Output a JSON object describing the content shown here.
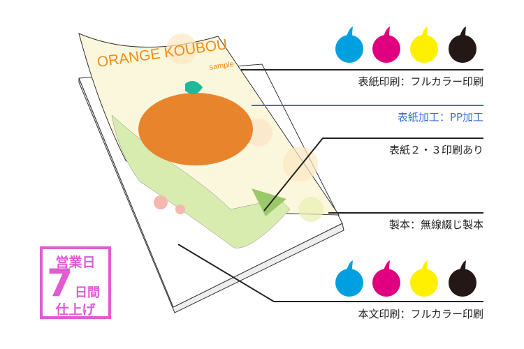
{
  "cover_title": "ORANGE KOUBOU",
  "cover_subtitle": "sample",
  "labels": {
    "cover_print": "表紙印刷：フルカラー印刷",
    "cover_finish": "表紙加工：PP加工",
    "cover_23": "表紙２・３印刷あり",
    "binding": "製本：無線綴じ製本",
    "body_print": "本文印刷：フルカラー印刷"
  },
  "badge": {
    "line1": "営業日",
    "number": "7",
    "line2": "日間",
    "line3": "仕上げ"
  },
  "colors": {
    "cyan": "#00a0e0",
    "magenta": "#e0007f",
    "yellow": "#fff000",
    "black": "#231815",
    "accent_blue": "#3a6fd8",
    "badge": "#e05cd0"
  },
  "ink_sets": [
    {
      "name": "cover",
      "inks": [
        "cyan",
        "magenta",
        "yellow",
        "black"
      ]
    },
    {
      "name": "body",
      "inks": [
        "cyan",
        "magenta",
        "yellow",
        "black"
      ]
    }
  ]
}
